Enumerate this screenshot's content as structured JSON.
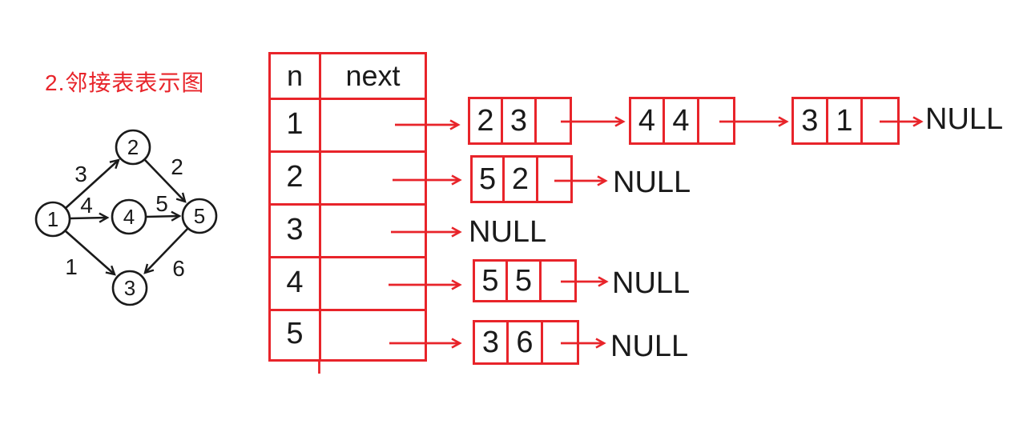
{
  "title": "2.邻接表表示图",
  "colors": {
    "red": "#e8242a",
    "black": "#1a1a1a"
  },
  "graph": {
    "nodes": [
      {
        "label": "1"
      },
      {
        "label": "2"
      },
      {
        "label": "3"
      },
      {
        "label": "4"
      },
      {
        "label": "5"
      }
    ],
    "edges": [
      {
        "from": "1",
        "to": "2",
        "weight": "3"
      },
      {
        "from": "2",
        "to": "5",
        "weight": "2"
      },
      {
        "from": "1",
        "to": "4",
        "weight": "4"
      },
      {
        "from": "4",
        "to": "5",
        "weight": "5"
      },
      {
        "from": "1",
        "to": "3",
        "weight": "1"
      },
      {
        "from": "5",
        "to": "3",
        "weight": "6"
      }
    ]
  },
  "table": {
    "col_n": "n",
    "col_next": "next",
    "rows": [
      "1",
      "2",
      "3",
      "4",
      "5"
    ]
  },
  "lists": {
    "null_label": "NULL",
    "row1": {
      "nodes": [
        {
          "v": "2",
          "w": "3"
        },
        {
          "v": "4",
          "w": "4"
        },
        {
          "v": "3",
          "w": "1"
        }
      ]
    },
    "row2": {
      "nodes": [
        {
          "v": "5",
          "w": "2"
        }
      ]
    },
    "row3": {
      "nodes": []
    },
    "row4": {
      "nodes": [
        {
          "v": "5",
          "w": "5"
        }
      ]
    },
    "row5": {
      "nodes": [
        {
          "v": "3",
          "w": "6"
        }
      ]
    }
  }
}
